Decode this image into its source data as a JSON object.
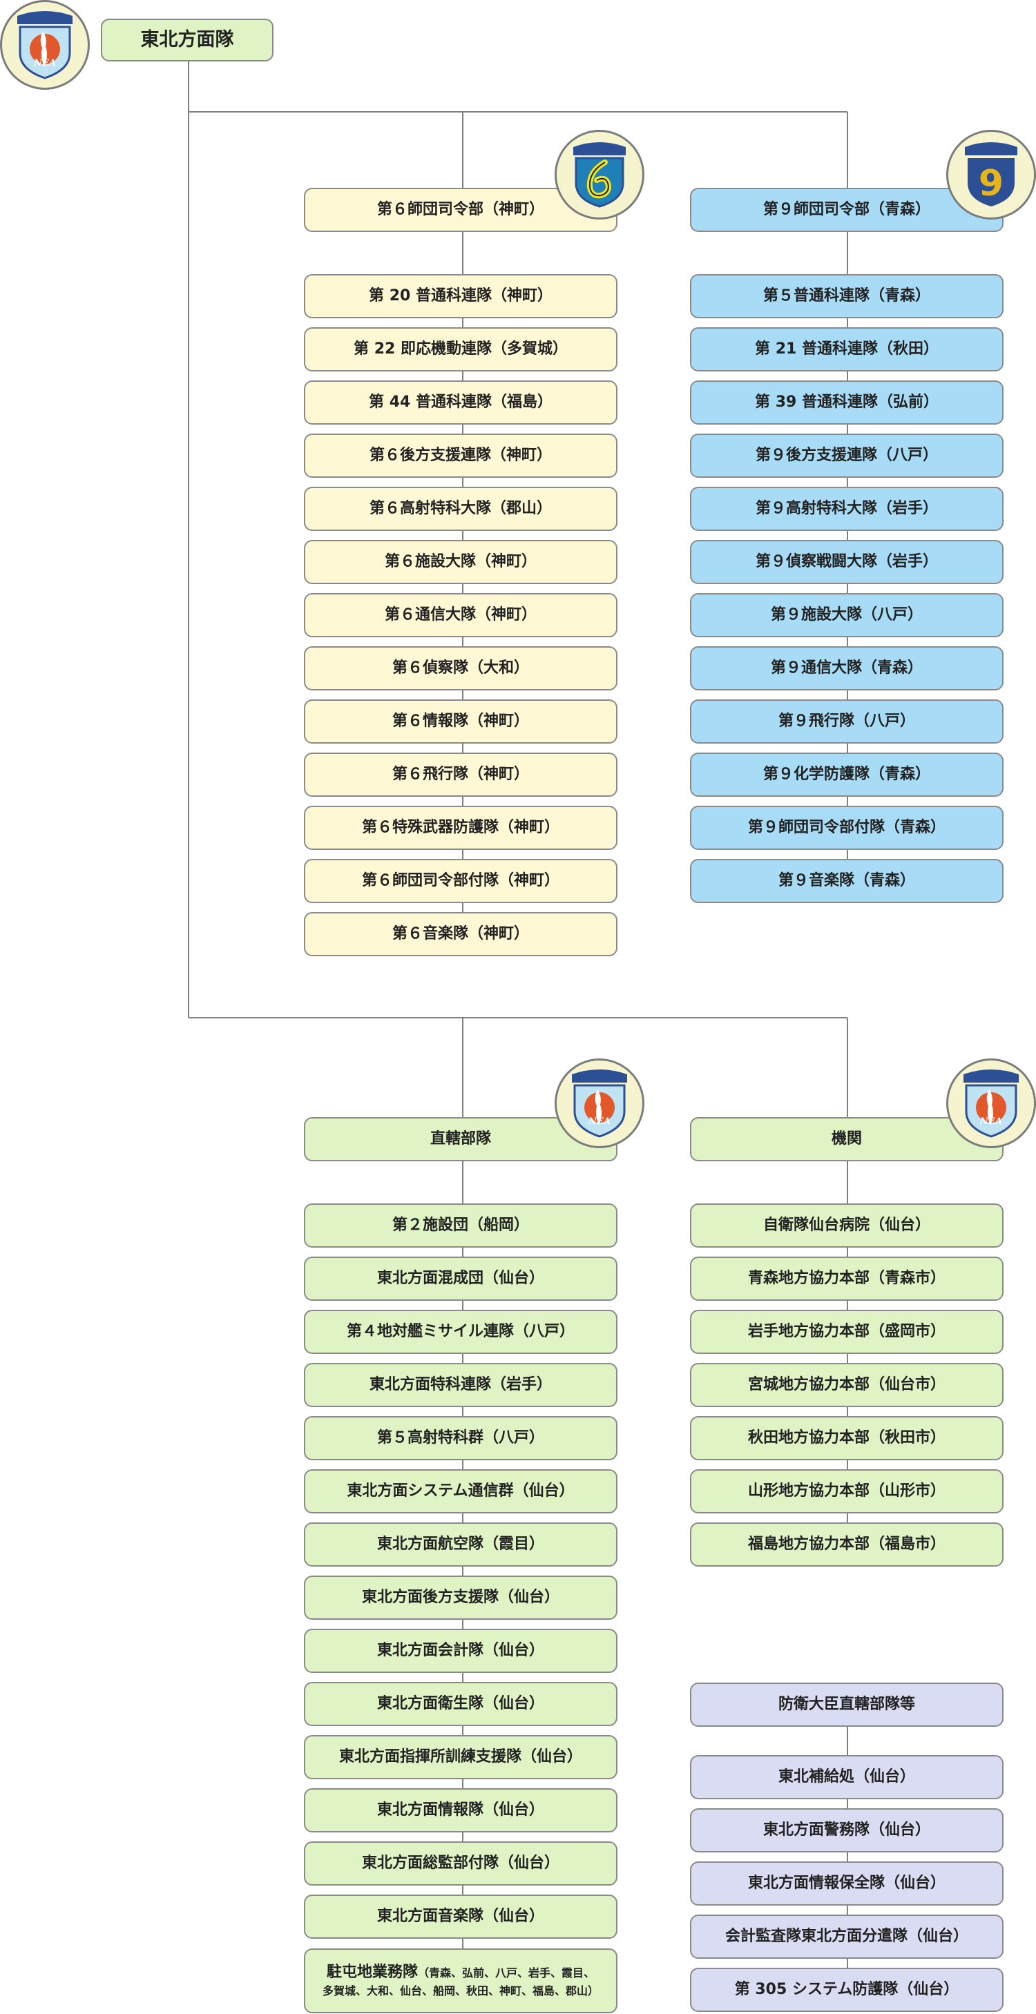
{
  "root": {
    "label": "東北方面隊",
    "logo_text": "NEA"
  },
  "divisions": [
    {
      "label": "第６師団司令部（神町）",
      "emblem": "stylized-6-emblem",
      "color": "#fff8d5",
      "units": [
        "第 20 普通科連隊（神町）",
        "第 22 即応機動連隊（多賀城）",
        "第 44 普通科連隊（福島）",
        "第６後方支援連隊（神町）",
        "第６高射特科大隊（郡山）",
        "第６施設大隊（神町）",
        "第６通信大隊（神町）",
        "第６偵察隊（大和）",
        "第６情報隊（神町）",
        "第６飛行隊（神町）",
        "第６特殊武器防護隊（神町）",
        "第６師団司令部付隊（神町）",
        "第６音楽隊（神町）"
      ]
    },
    {
      "label": "第９師団司令部（青森）",
      "emblem": "number-9-emblem",
      "emblem_text": "9",
      "color": "#a8dcf6",
      "units": [
        "第５普通科連隊（青森）",
        "第 21 普通科連隊（秋田）",
        "第 39 普通科連隊（弘前）",
        "第９後方支援連隊（八戸）",
        "第９高射特科大隊（岩手）",
        "第９偵察戦闘大隊（岩手）",
        "第９施設大隊（八戸）",
        "第９通信大隊（青森）",
        "第９飛行隊（八戸）",
        "第９化学防護隊（青森）",
        "第９師団司令部付隊（青森）",
        "第９音楽隊（青森）"
      ]
    }
  ],
  "direct": {
    "label": "直轄部隊",
    "logo_text": "NEA",
    "color": "#e0f3c4",
    "units": [
      "第２施設団（船岡）",
      "東北方面混成団（仙台）",
      "第４地対艦ミサイル連隊（八戸）",
      "東北方面特科連隊（岩手）",
      "第５高射特科群（八戸）",
      "東北方面システム通信群（仙台）",
      "東北方面航空隊（霞目）",
      "東北方面後方支援隊（仙台）",
      "東北方面会計隊（仙台）",
      "東北方面衛生隊（仙台）",
      "東北方面指揮所訓練支援隊（仙台）",
      "東北方面情報隊（仙台）",
      "東北方面総監部付隊（仙台）",
      "東北方面音楽隊（仙台）"
    ],
    "last_unit": {
      "main": "駐屯地業務隊",
      "sub1": "（青森、弘前、八戸、岩手、霞目、",
      "sub2": "多賀城、大和、仙台、船岡、秋田、神町、福島、郡山）"
    }
  },
  "agencies": {
    "label": "機関",
    "logo_text": "NEA",
    "color": "#e0f3c4",
    "units": [
      "自衛隊仙台病院（仙台）",
      "青森地方協力本部（青森市）",
      "岩手地方協力本部（盛岡市）",
      "宮城地方協力本部（仙台市）",
      "秋田地方協力本部（秋田市）",
      "山形地方協力本部（山形市）",
      "福島地方協力本部（福島市）"
    ]
  },
  "minister": {
    "label": "防衛大臣直轄部隊等",
    "color": "#d9dcf2",
    "units": [
      "東北補給処（仙台）",
      "東北方面警務隊（仙台）",
      "東北方面情報保全隊（仙台）",
      "会計監査隊東北方面分遣隊（仙台）",
      "第 305 システム防護隊（仙台）"
    ]
  },
  "colors": {
    "line": "#808080",
    "box_border": "#8a8a8a",
    "shield_blue": "#2d4f96",
    "shield_light": "#bfe3f3",
    "shield_red": "#e2582a",
    "gold": "#e7b41a"
  }
}
